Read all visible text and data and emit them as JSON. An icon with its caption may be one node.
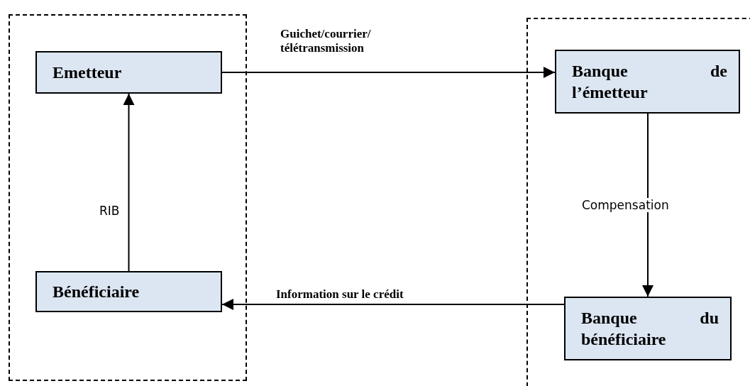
{
  "diagram": {
    "nodes": [
      {
        "text": [],
        "shape": "box"
      },
      {
        "text": [
          "Emetteur"
        ],
        "in": 0
      },
      {
        "text": [
          "Bénéficiaire"
        ],
        "in": 0
      },
      {
        "text": [],
        "shape": "box"
      },
      {
        "text": [
          "Banque de l’émetteur"
        ],
        "in": 3
      },
      {
        "text": [
          "Banque du bénéficiaire"
        ],
        "in": 3
      }
    ],
    "edges": [
      {
        "from": 1,
        "to": 4,
        "arrow": "to",
        "label": "Guichet/courrier/ télétransmission"
      },
      {
        "from": 2,
        "to": 1,
        "arrow": "to",
        "label": "RIB"
      },
      {
        "from": 4,
        "to": 5,
        "arrow": "to",
        "label": "Compensation"
      },
      {
        "from": 5,
        "to": 2,
        "arrow": "to",
        "label": "Information sur le crédit"
      }
    ]
  }
}
